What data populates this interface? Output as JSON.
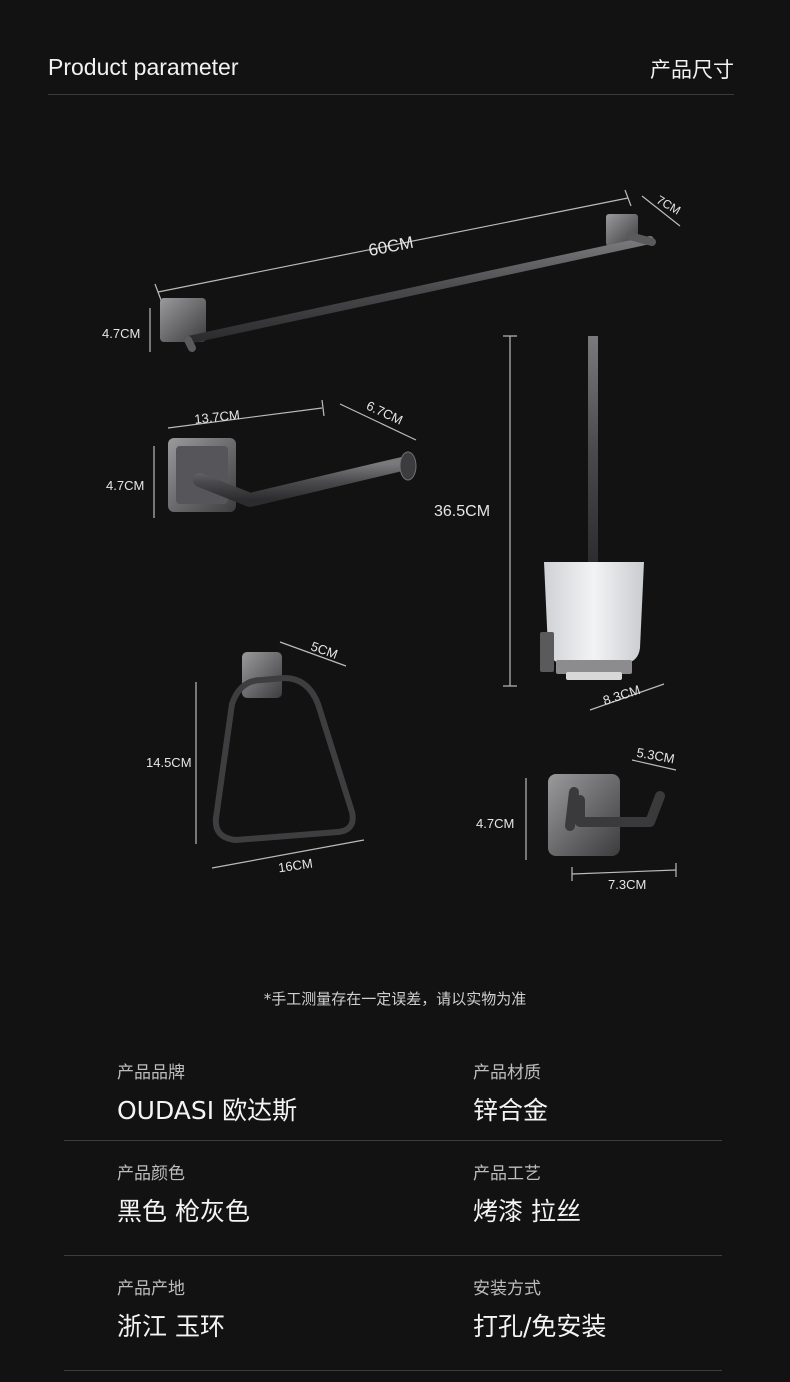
{
  "header": {
    "title_en": "Product parameter",
    "title_cn": "产品尺寸"
  },
  "dimensions": {
    "towel_bar_length": "60CM",
    "towel_bar_depth": "7CM",
    "towel_bar_height": "4.7CM",
    "paper_holder_width": "13.7CM",
    "paper_holder_depth": "6.7CM",
    "paper_holder_height": "4.7CM",
    "brush_height": "36.5CM",
    "brush_width": "8.3CM",
    "ring_depth": "5CM",
    "ring_height": "14.5CM",
    "ring_width": "16CM",
    "hook_depth": "5.3CM",
    "hook_height": "4.7CM",
    "hook_width": "7.3CM"
  },
  "note": "*手工测量存在一定误差，请以实物为准",
  "specs": [
    {
      "left_label": "产品品牌",
      "left_value": "OUDASI 欧达斯",
      "right_label": "产品材质",
      "right_value": "锌合金"
    },
    {
      "left_label": "产品颜色",
      "left_value": "黑色 枪灰色",
      "right_label": "产品工艺",
      "right_value": "烤漆 拉丝"
    },
    {
      "left_label": "产品产地",
      "left_value": "浙江 玉环",
      "right_label": "安装方式",
      "right_value": "打孔/免安装"
    }
  ],
  "colors": {
    "background": "#121212",
    "metal": "#4a4a4c",
    "metal_light": "#8a8a8c",
    "glass": "#e4e6e8"
  }
}
